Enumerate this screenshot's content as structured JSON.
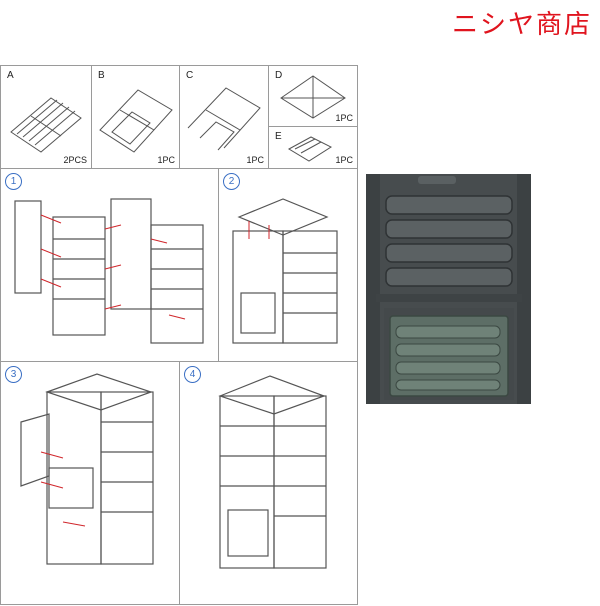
{
  "shop_name": "ニシヤ商店",
  "parts": [
    {
      "letter": "A",
      "qty": "2PCS"
    },
    {
      "letter": "B",
      "qty": "1PC"
    },
    {
      "letter": "C",
      "qty": "1PC"
    },
    {
      "letter": "D",
      "qty": "1PC"
    },
    {
      "letter": "E",
      "qty": "1PC"
    }
  ],
  "steps": [
    "1",
    "2",
    "3",
    "4"
  ],
  "colors": {
    "shop_text": "#e0141e",
    "step_circle": "#3a6fc4",
    "arrow": "#d0262b",
    "bin_body": "#474c4e",
    "bin_door": "#5d6e66"
  }
}
